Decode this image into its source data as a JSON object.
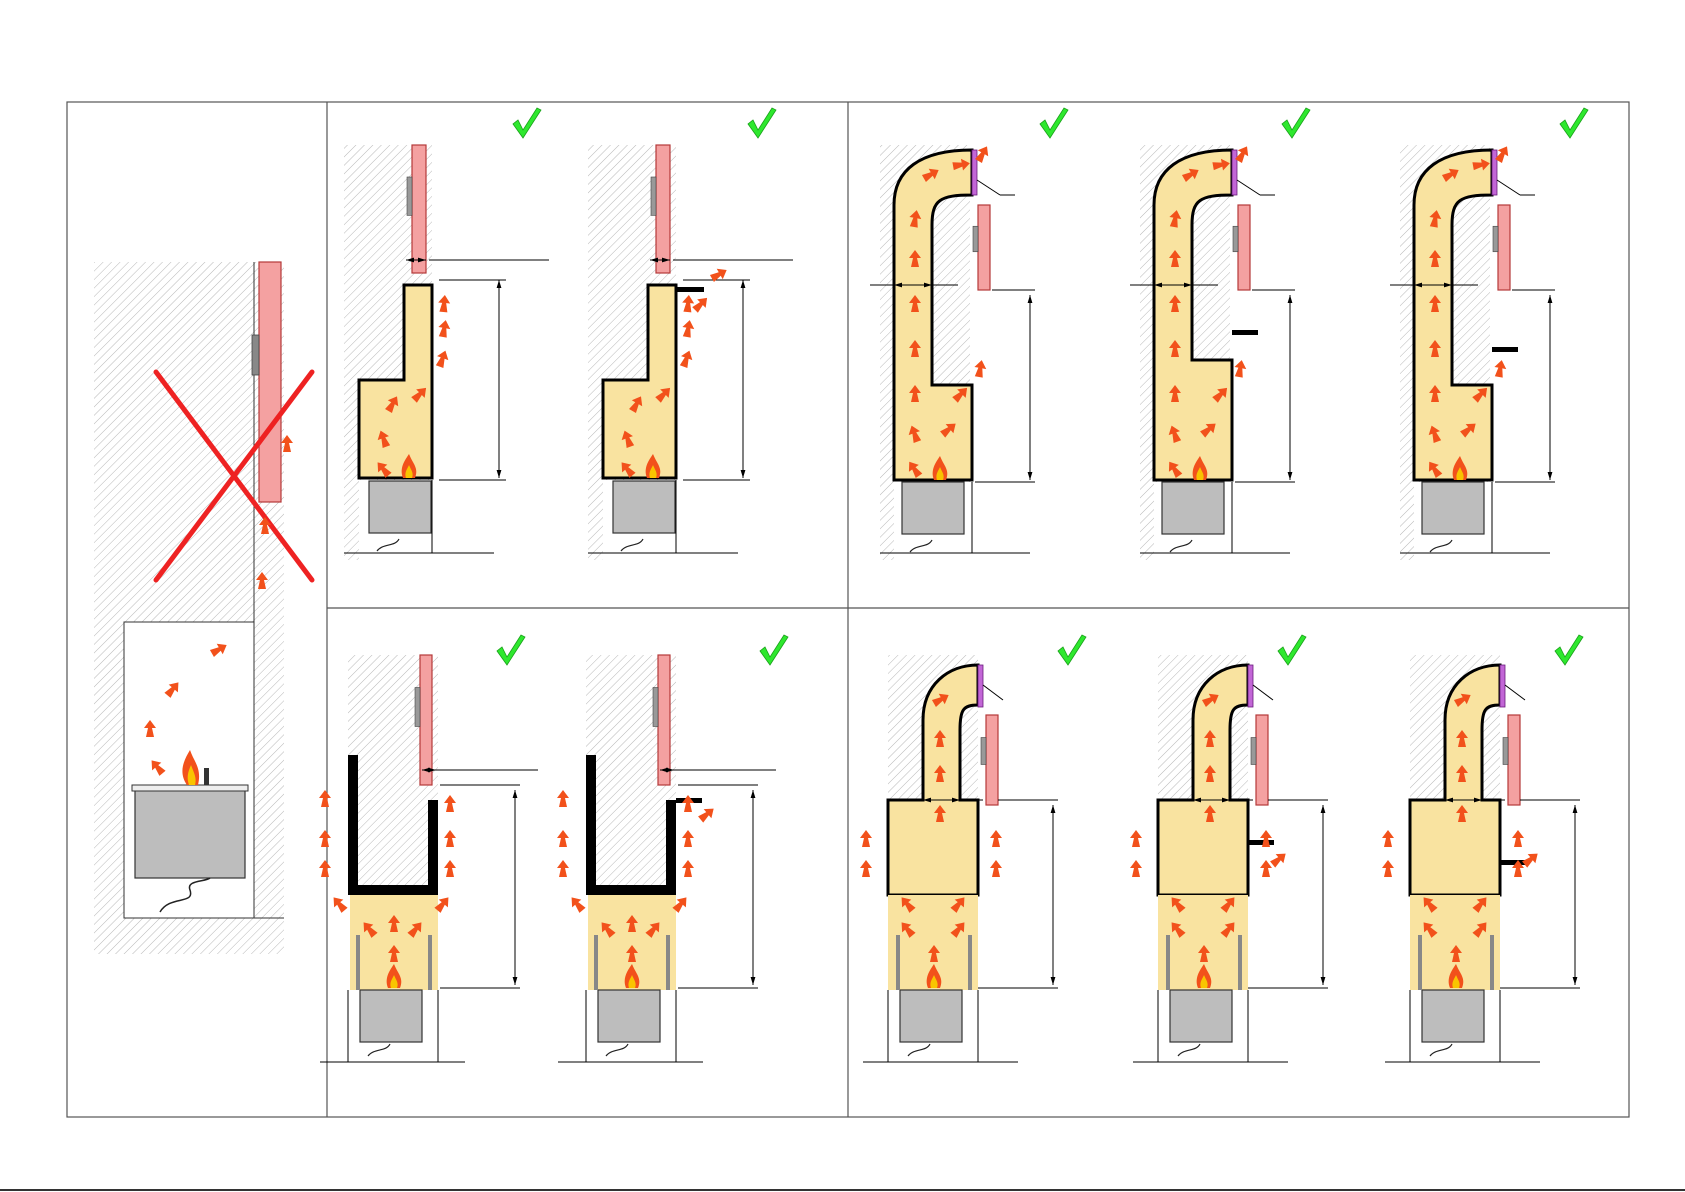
{
  "colors": {
    "insulation": "#f9e3a0",
    "tv": "#f4a1a1",
    "tv_edge": "#b43a3a",
    "arrow": "#f2511b",
    "check": "#2ee82e",
    "cross": "#ee2222",
    "vent": "#c266d6",
    "frame": "#555555",
    "hatch": "#b0b0b0"
  },
  "icons": {
    "approved": "check-mark-icon",
    "rejected": "cross-icon",
    "airflow": "arrow-icon",
    "flame": "flame-icon"
  },
  "panels": [
    {
      "id": "left",
      "status": "rejected"
    },
    {
      "id": "top-a",
      "status": "approved"
    },
    {
      "id": "top-b",
      "status": "approved"
    },
    {
      "id": "top-c",
      "status": "approved"
    },
    {
      "id": "top-d",
      "status": "approved"
    },
    {
      "id": "top-e",
      "status": "approved"
    },
    {
      "id": "bottom-a",
      "status": "approved"
    },
    {
      "id": "bottom-b",
      "status": "approved"
    },
    {
      "id": "bottom-c",
      "status": "approved"
    },
    {
      "id": "bottom-d",
      "status": "approved"
    },
    {
      "id": "bottom-e",
      "status": "approved"
    }
  ]
}
